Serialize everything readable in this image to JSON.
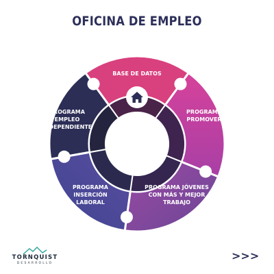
{
  "title": "OFICINA DE EMPLEO",
  "segments": [
    {
      "id": "base-datos",
      "label_lines": [
        "BASE DE DATOS"
      ],
      "color": "#d9407e"
    },
    {
      "id": "promover",
      "label_lines": [
        "PROGRAMA",
        "PROMOVER"
      ],
      "color": "#c13fa0"
    },
    {
      "id": "jovenes",
      "label_lines": [
        "PROGRAMA JÓVENES",
        "CON MÁS  Y MEJOR",
        "TRABAJO"
      ],
      "color": "#83479c"
    },
    {
      "id": "insercion",
      "label_lines": [
        "PROGRAMA",
        "INSERCIÓN",
        "LABORAL"
      ],
      "color": "#4f4a9a"
    },
    {
      "id": "independiente",
      "label_lines": [
        "PROGRAMA",
        "EMPLEO",
        "INDEPENDIENTE"
      ],
      "color": "#2c2e56"
    }
  ],
  "center": {
    "icon": "home-icon",
    "color": "#1f1f3a",
    "inner_ring_color": "#39234a"
  },
  "brand": {
    "name": "TORNQUIST",
    "sub": "DESARROLLO",
    "icon": "mountain-icon"
  },
  "next_label": ">>>"
}
